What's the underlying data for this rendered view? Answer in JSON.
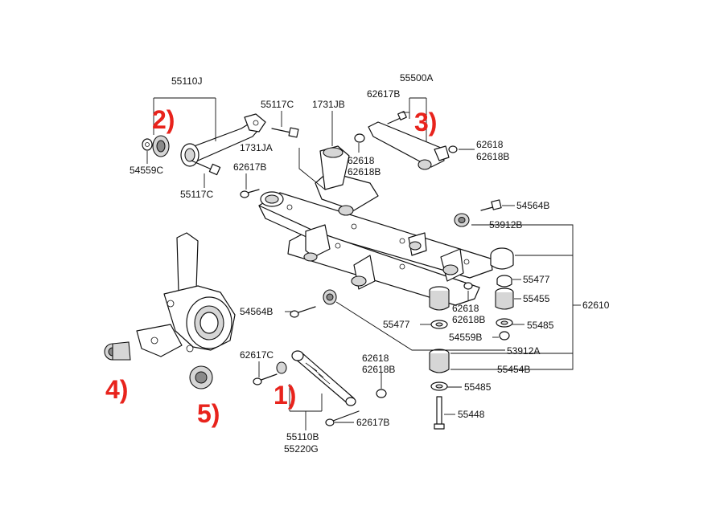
{
  "diagram": {
    "labels": {
      "l55110J": "55110J",
      "l55500A": "55500A",
      "l62617B_top": "62617B",
      "l55117C_top": "55117C",
      "l1731JB": "1731JB",
      "l1731JA": "1731JA",
      "l54559C": "54559C",
      "l55117C_bot": "55117C",
      "l62617B_mid": "62617B",
      "l62618_top_center": "62618",
      "l62618B_top_center": "62618B",
      "l62618_right": "62618",
      "l62618B_right": "62618B",
      "l54564B_right": "54564B",
      "l53912B": "53912B",
      "l55477_right": "55477",
      "l55455": "55455",
      "l62610": "62610",
      "l54564B_left": "54564B",
      "l62618_center": "62618",
      "l62618B_center": "62618B",
      "l55485_top": "55485",
      "l55477_left": "55477",
      "l54559B": "54559B",
      "l53912A": "53912A",
      "l62617C": "62617C",
      "l62618_low": "62618",
      "l62618B_low": "62618B",
      "l55454B": "55454B",
      "l55485_bot": "55485",
      "l55448": "55448",
      "l62617B_bot": "62617B",
      "l55110B": "55110B",
      "l55220G": "55220G"
    },
    "callouts": {
      "c1": "1)",
      "c2": "2)",
      "c3": "3)",
      "c4": "4)",
      "c5": "5)"
    },
    "colors": {
      "callout": "#e8231c",
      "line": "#111111"
    }
  }
}
